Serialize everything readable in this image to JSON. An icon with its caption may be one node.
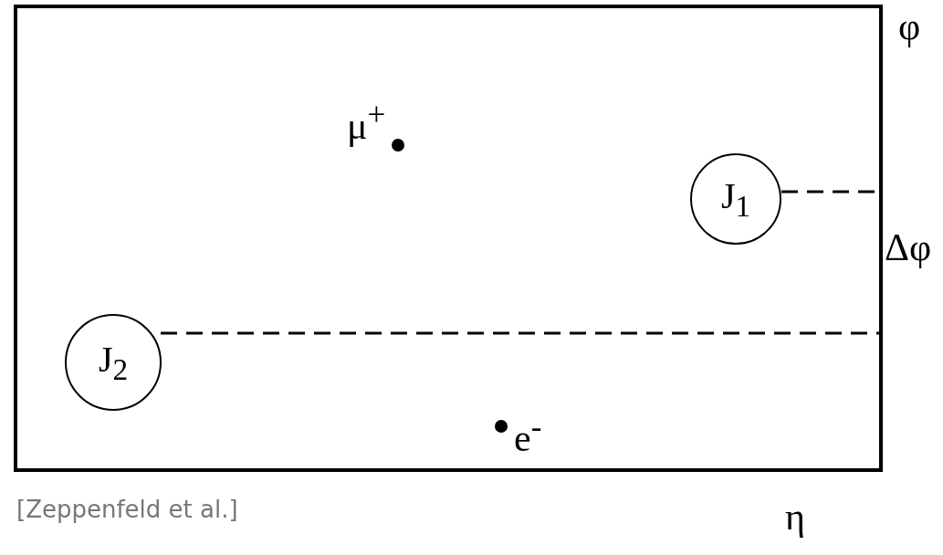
{
  "diagram": {
    "nodes": [
      {
        "text": [],
        "shape": "box"
      },
      {
        "text": [
          "J$_{1}$"
        ],
        "in": 0
      },
      {
        "text": [
          "J$_{2}$"
        ],
        "in": 0
      }
    ],
    "labels": [
      "φ",
      "μ$^{+}$",
      "Δφ",
      "e$^{-}$",
      "[Zeppenfeld et al.]",
      "η"
    ]
  }
}
